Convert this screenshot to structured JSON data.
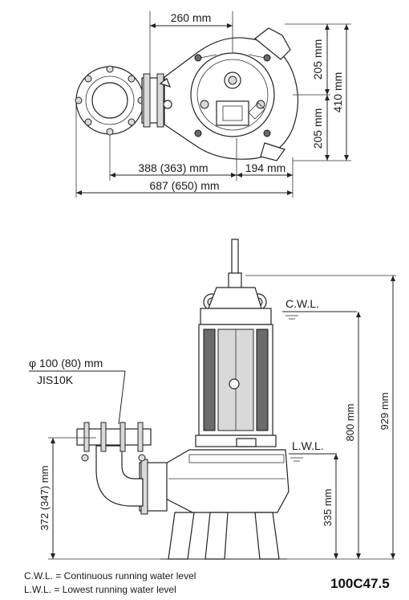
{
  "top_view": {
    "dim_width_upper": "260 mm",
    "dim_half_upper": "205 mm",
    "dim_half_lower": "205 mm",
    "dim_total_height": "410 mm",
    "dim_left_offset": "388 (363) mm",
    "dim_right_offset": "194 mm",
    "dim_total_length": "687 (650) mm"
  },
  "side_view": {
    "pipe_diameter": "φ 100 (80) mm",
    "flange_standard": "JIS10K",
    "cwl_label": "C.W.L.",
    "lwl_label": "L.W.L.",
    "dim_outlet_height": "372 (347) mm",
    "dim_lwl_height": "335 mm",
    "dim_cwl_height": "800 mm",
    "dim_total_height": "929 mm"
  },
  "legend": {
    "cwl": "C.W.L. = Continuous running water level",
    "lwl": "L.W.L. = Lowest running water level"
  },
  "model": "100C47.5"
}
